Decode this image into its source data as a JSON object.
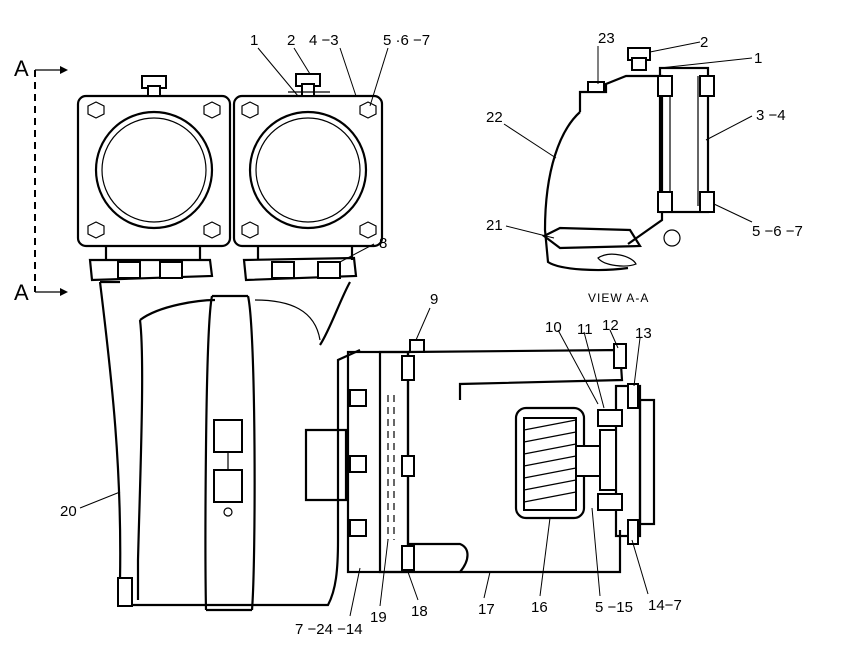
{
  "view_label": "VIEW A-A",
  "section_marker": {
    "letter": "A"
  },
  "callouts": [
    {
      "id": "c-1-top",
      "text": "1"
    },
    {
      "id": "c-2-top",
      "text": "2"
    },
    {
      "id": "c-4-3",
      "text": "4 −3"
    },
    {
      "id": "c-5-6-7-top",
      "text": "5 ·6 −7"
    },
    {
      "id": "c-8",
      "text": "8"
    },
    {
      "id": "c-23",
      "text": "23"
    },
    {
      "id": "c-2-view",
      "text": "2"
    },
    {
      "id": "c-1-view",
      "text": "1"
    },
    {
      "id": "c-22",
      "text": "22"
    },
    {
      "id": "c-3-4",
      "text": "3 −4"
    },
    {
      "id": "c-21",
      "text": "21"
    },
    {
      "id": "c-5-6-7-view",
      "text": "5 −6 −7"
    },
    {
      "id": "c-9",
      "text": "9"
    },
    {
      "id": "c-10",
      "text": "10"
    },
    {
      "id": "c-11",
      "text": "11"
    },
    {
      "id": "c-12",
      "text": "12"
    },
    {
      "id": "c-13",
      "text": "13"
    },
    {
      "id": "c-20",
      "text": "20"
    },
    {
      "id": "c-7-24-14",
      "text": "7 −24 −14"
    },
    {
      "id": "c-19",
      "text": "19"
    },
    {
      "id": "c-18",
      "text": "18"
    },
    {
      "id": "c-17",
      "text": "17"
    },
    {
      "id": "c-16",
      "text": "16"
    },
    {
      "id": "c-5-15",
      "text": "5 −15"
    },
    {
      "id": "c-14-7",
      "text": "14−7"
    }
  ]
}
